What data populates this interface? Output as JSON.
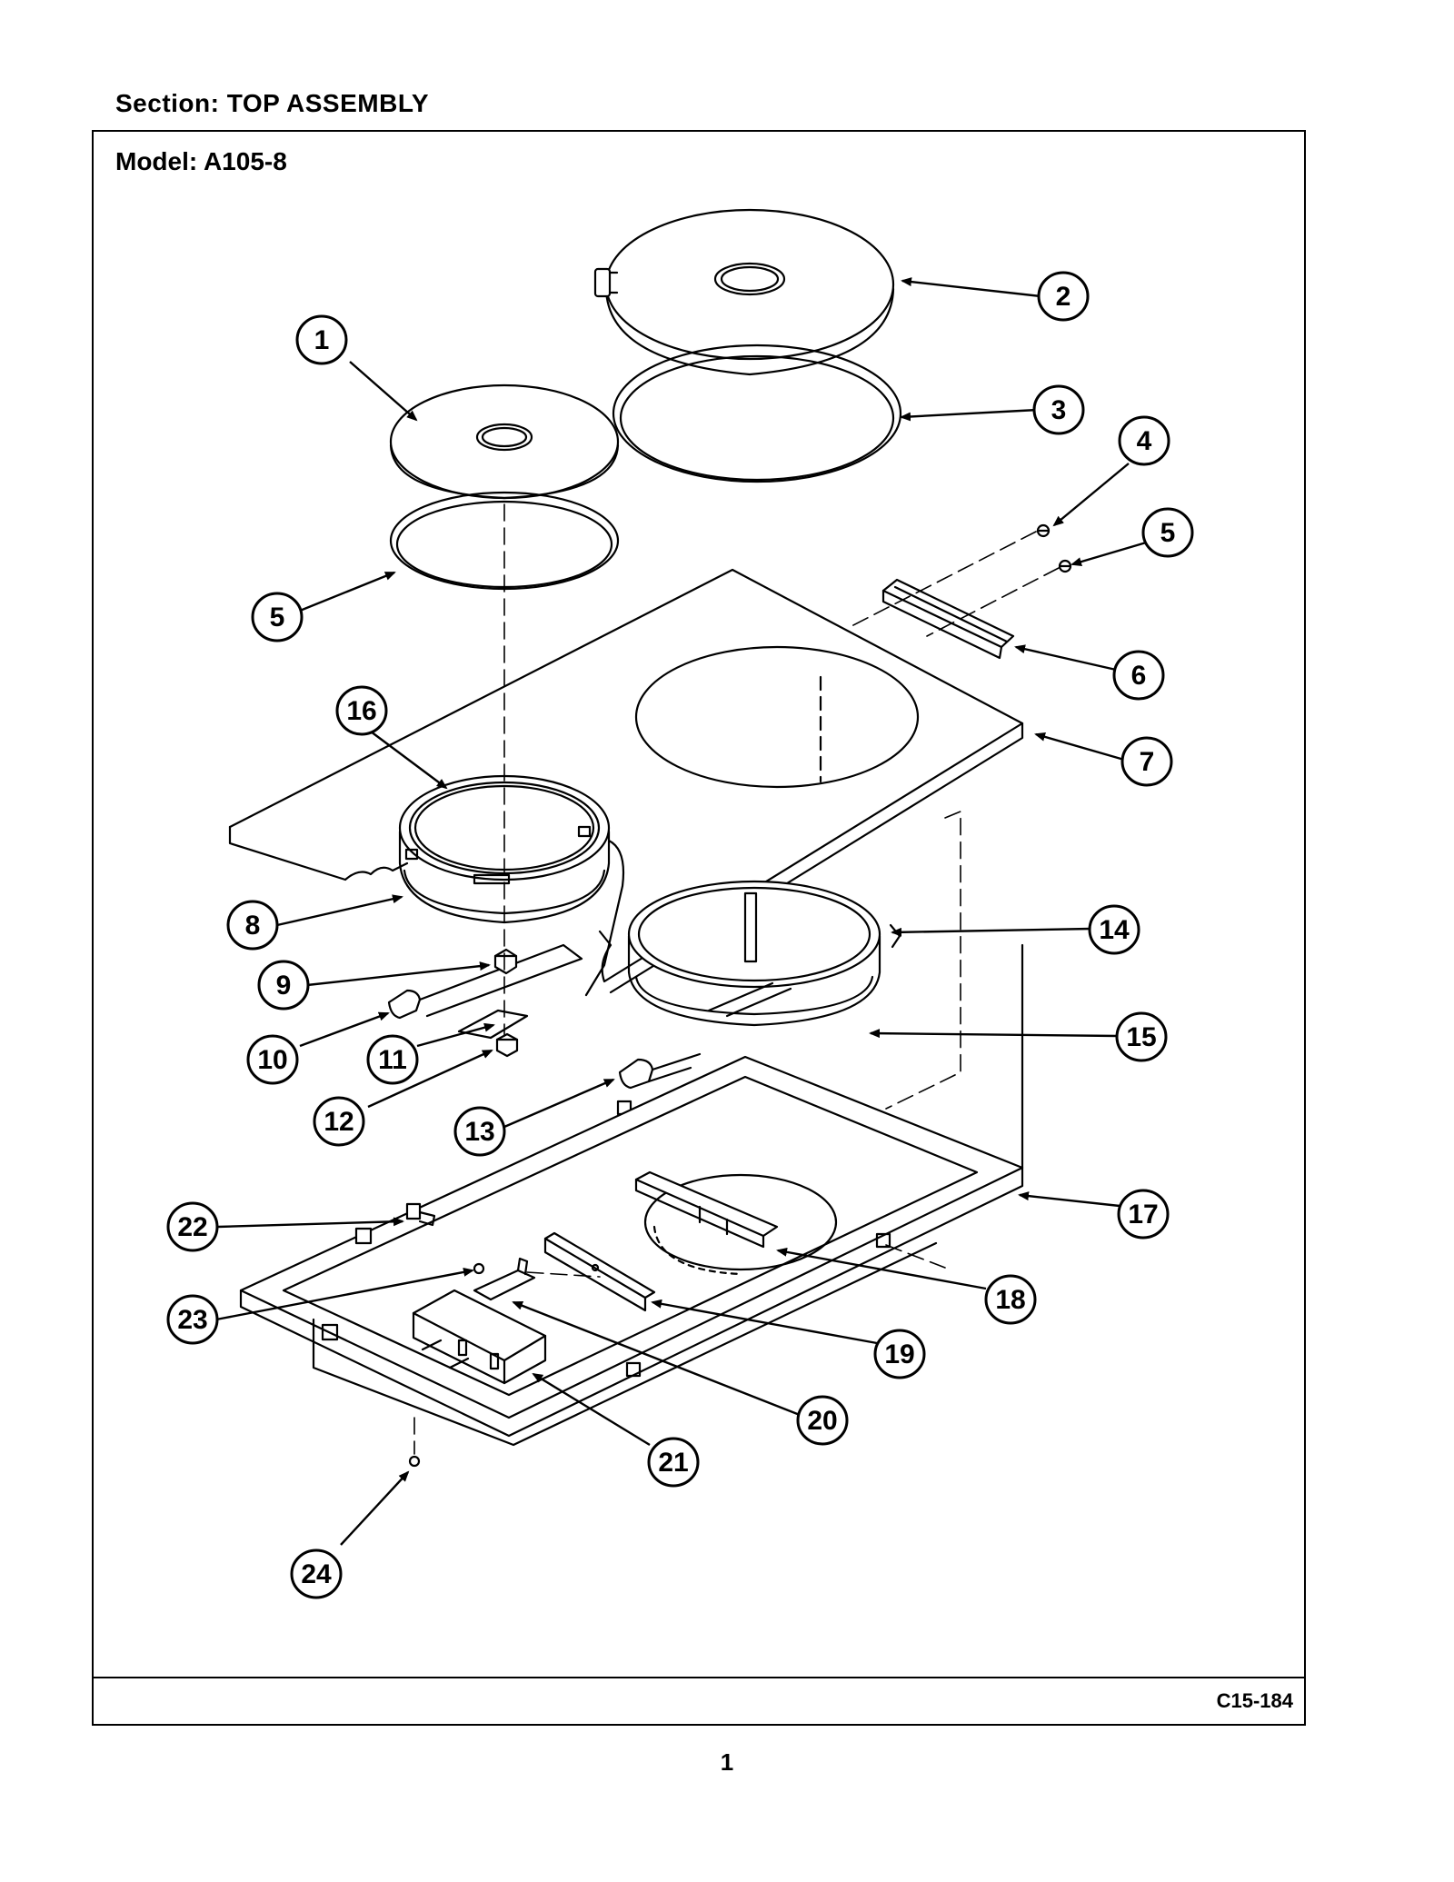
{
  "header": {
    "section_text": "Section:  TOP ASSEMBLY",
    "model_text": "Model:  A105-8"
  },
  "footer": {
    "drawing_code": "C15-184",
    "page_number": "1"
  },
  "callouts": [
    {
      "id": "1",
      "target": "surface-element-small"
    },
    {
      "id": "2",
      "target": "trim-ring-small"
    },
    {
      "id": "3",
      "target": "drip-bowl-ring-small"
    },
    {
      "id": "4",
      "target": "element-support-small"
    },
    {
      "id": "5",
      "target": "nut-upper"
    },
    {
      "id": "6",
      "target": "hinge-left"
    },
    {
      "id": "7",
      "target": "bracket-plate"
    },
    {
      "id": "5",
      "target": "nut-lower"
    },
    {
      "id": "16",
      "target": "hinge-right"
    },
    {
      "id": "8",
      "target": "clip-left"
    },
    {
      "id": "9",
      "target": "screw-front"
    },
    {
      "id": "10",
      "target": "terminal-bracket"
    },
    {
      "id": "11",
      "target": "terminal-block"
    },
    {
      "id": "12",
      "target": "screw-bottom"
    },
    {
      "id": "13",
      "target": "heat-shield"
    },
    {
      "id": "14",
      "target": "element-brace"
    },
    {
      "id": "15",
      "target": "burner-box"
    },
    {
      "id": "17",
      "target": "element-support-large"
    },
    {
      "id": "18",
      "target": "drip-bowl-ring-large"
    },
    {
      "id": "19",
      "target": "cooktop"
    },
    {
      "id": "20",
      "target": "rear-trim-strip"
    },
    {
      "id": "21",
      "target": "screw-rear"
    },
    {
      "id": "22",
      "target": "screw-rear-top"
    },
    {
      "id": "23",
      "target": "trim-ring-large"
    },
    {
      "id": "24",
      "target": "surface-element-large"
    }
  ]
}
